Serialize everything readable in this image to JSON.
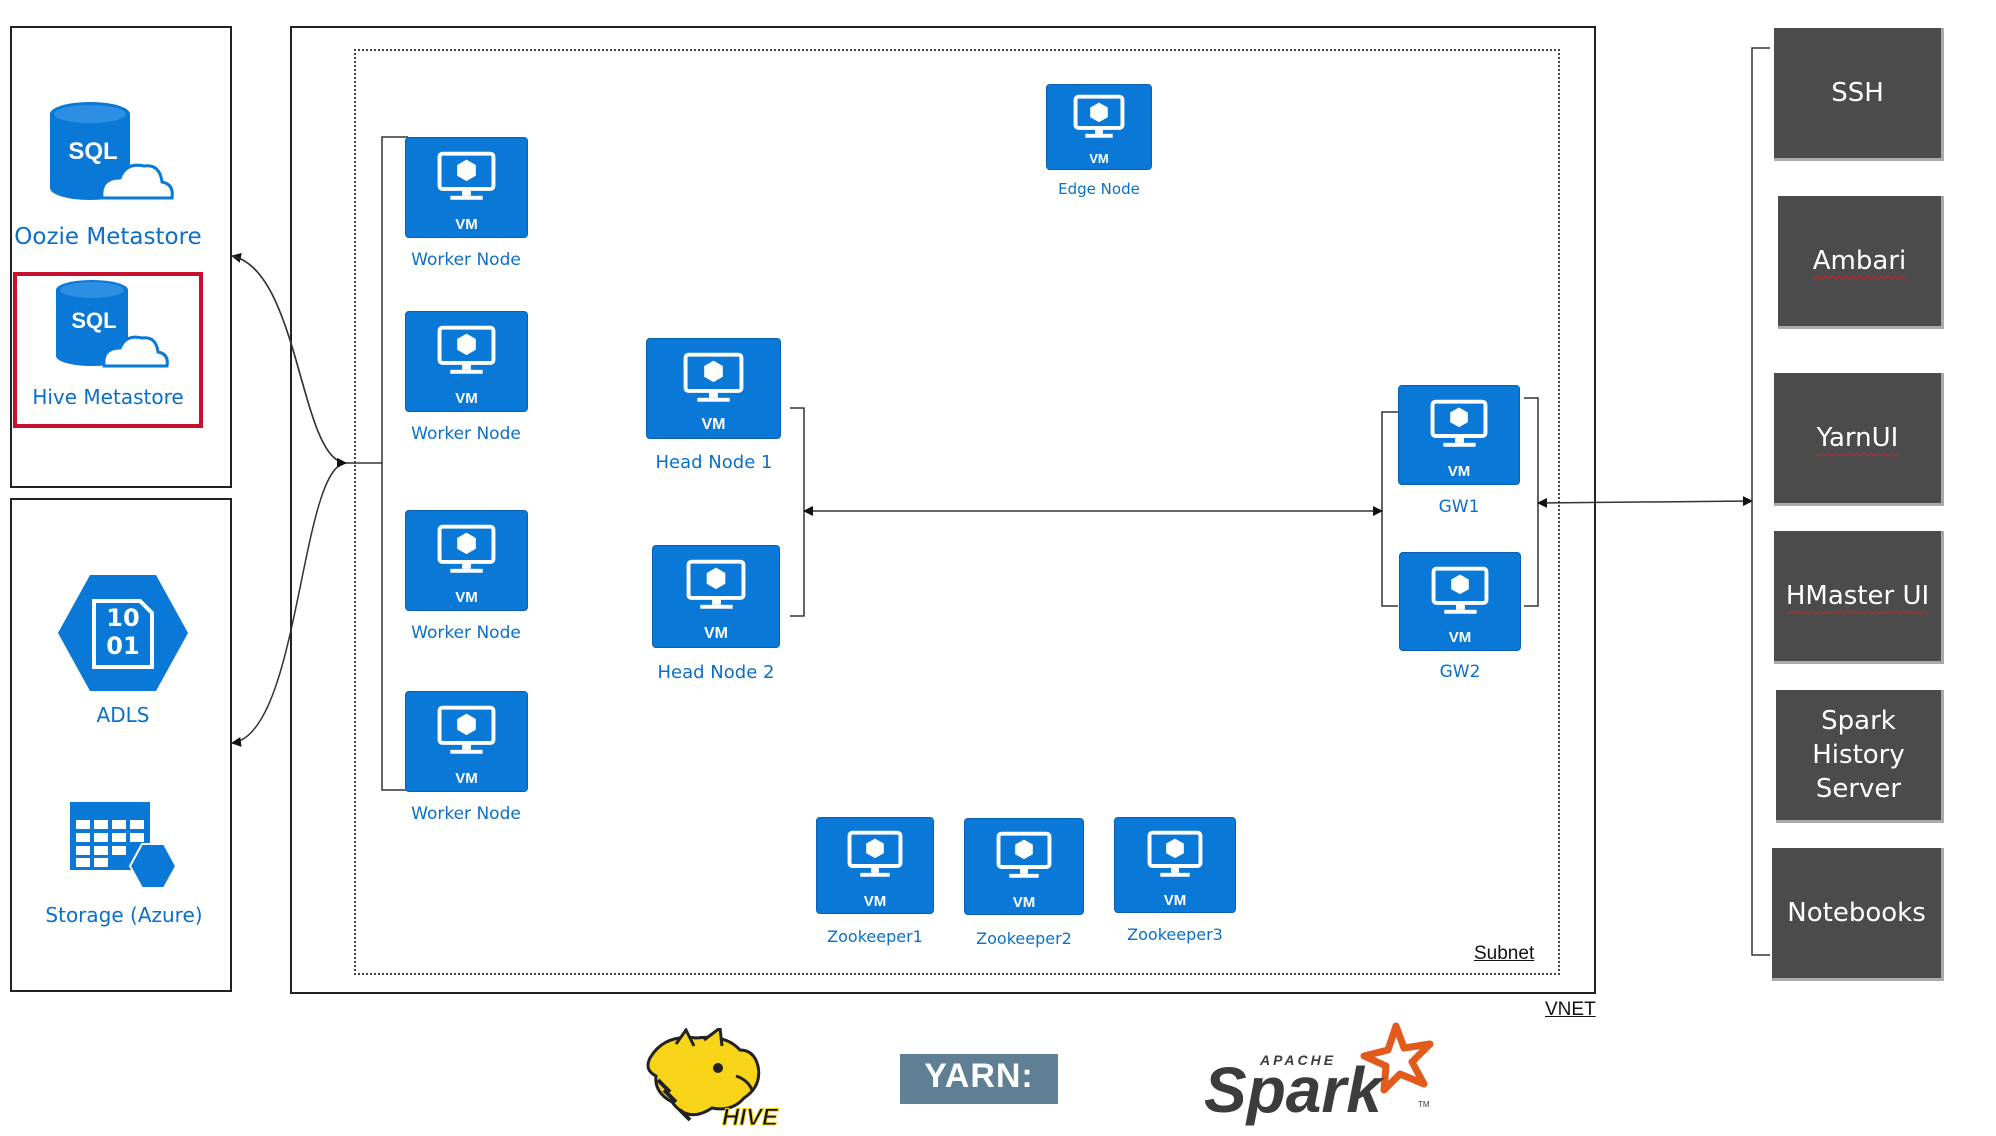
{
  "left_top_panel": {
    "oozie": {
      "label": "Oozie Metastore",
      "icon_text": "SQL"
    },
    "hive": {
      "label": "Hive Metastore",
      "icon_text": "SQL"
    }
  },
  "left_bottom_panel": {
    "adls": {
      "label": "ADLS",
      "icon_text_top": "10",
      "icon_text_bottom": "01"
    },
    "storage": {
      "label": "Storage (Azure)"
    }
  },
  "vm_tag": "VM",
  "nodes": {
    "edge": "Edge Node",
    "worker1": "Worker Node",
    "worker2": "Worker Node",
    "worker3": "Worker Node",
    "worker4": "Worker Node",
    "head1": "Head Node 1",
    "head2": "Head Node 2",
    "gw1": "GW1",
    "gw2": "GW2",
    "zk1": "Zookeeper1",
    "zk2": "Zookeeper2",
    "zk3": "Zookeeper3"
  },
  "subnet_label": "Subnet",
  "vnet_label": "VNET",
  "services": {
    "ssh": "SSH",
    "ambari": "Ambari",
    "yarnui": "YarnUI",
    "hmaster": "HMaster UI",
    "spark_history_line1": "Spark History",
    "spark_history_line2": "Server",
    "notebooks": "Notebooks"
  },
  "logos": {
    "hive": "HIVE",
    "yarn": "YARN:",
    "spark_apache": "APACHE",
    "spark": "Spark",
    "spark_tm": "TM"
  },
  "colors": {
    "azure_blue": "#0a78d7",
    "label_blue": "#0a6fc8",
    "service_gray": "#4b4b4b",
    "highlight_red": "#c8102e",
    "hive_yellow": "#f7d417",
    "spark_orange": "#e25a1c",
    "yarn_slate": "#5f7f95"
  }
}
